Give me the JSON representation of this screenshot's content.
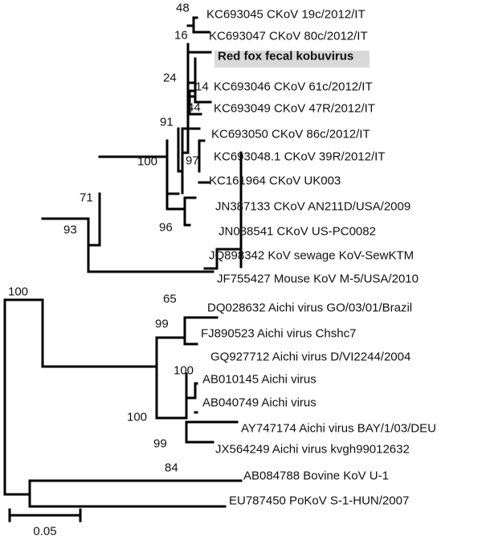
{
  "taxa": [
    {
      "id": "t1",
      "label": "KC693045 CKoV 19c/2012/IT"
    },
    {
      "id": "t2",
      "label": "KC693047 CKoV 80c/2012/IT"
    },
    {
      "id": "t3",
      "label": "Red fox fecal kobuvirus",
      "highlight": true,
      "bold": true
    },
    {
      "id": "t4",
      "label": "KC693046 CKoV 61c/2012/IT"
    },
    {
      "id": "t5",
      "label": "KC693049 CKoV 47R/2012/IT"
    },
    {
      "id": "t6",
      "label": "KC693050 CKoV 86c/2012/IT"
    },
    {
      "id": "t7",
      "label": "KC693048.1 CKoV 39R/2012/IT"
    },
    {
      "id": "t8",
      "label": "KC161964 CKoV UK003"
    },
    {
      "id": "t9",
      "label": "JN387133 CKoV AN211D/USA/2009"
    },
    {
      "id": "t10",
      "label": "JN088541 CKoV US-PC0082"
    },
    {
      "id": "t11",
      "label": "JQ898342 KoV sewage KoV-SewKTM"
    },
    {
      "id": "t12",
      "label": "JF755427 Mouse KoV M-5/USA/2010"
    },
    {
      "id": "t13",
      "label": "DQ028632 Aichi virus GO/03/01/Brazil"
    },
    {
      "id": "t14",
      "label": "FJ890523 Aichi virus Chshc7"
    },
    {
      "id": "t15",
      "label": "GQ927712 Aichi virus  D/VI2244/2004"
    },
    {
      "id": "t16",
      "label": "AB010145 Aichi virus"
    },
    {
      "id": "t17",
      "label": "AB040749 Aichi virus"
    },
    {
      "id": "t18",
      "label": "AY747174 Aichi virus BAY/1/03/DEU"
    },
    {
      "id": "t19",
      "label": "JX564249 Aichi virus kvgh99012632"
    },
    {
      "id": "t20",
      "label": "AB084788 Bovine KoV U-1"
    },
    {
      "id": "t21",
      "label": "EU787450 PoKoV S-1-HUN/2007"
    }
  ],
  "bootstrap": [
    {
      "id": "b48",
      "value": "48"
    },
    {
      "id": "b16",
      "value": "16"
    },
    {
      "id": "b24",
      "value": "24"
    },
    {
      "id": "b14",
      "value": "14"
    },
    {
      "id": "b44",
      "value": "44"
    },
    {
      "id": "b91",
      "value": "91"
    },
    {
      "id": "b97",
      "value": "97"
    },
    {
      "id": "b100a",
      "value": "100"
    },
    {
      "id": "b96",
      "value": "96"
    },
    {
      "id": "b71",
      "value": "71"
    },
    {
      "id": "b93",
      "value": "93"
    },
    {
      "id": "b100root",
      "value": "100"
    },
    {
      "id": "b65",
      "value": "65"
    },
    {
      "id": "b99a",
      "value": "99"
    },
    {
      "id": "b100b",
      "value": "100"
    },
    {
      "id": "b100c",
      "value": "100"
    },
    {
      "id": "b99b",
      "value": "99"
    },
    {
      "id": "b84",
      "value": "84"
    }
  ],
  "scale_bar": {
    "label": "0.05",
    "value": 0.05
  },
  "colors": {
    "line": "#000000",
    "highlight": "#d9d9d9"
  }
}
